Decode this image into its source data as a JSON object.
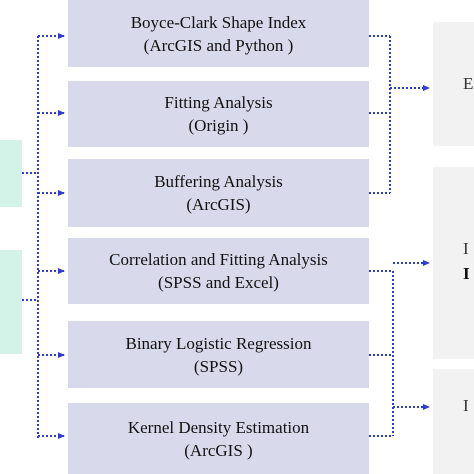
{
  "methods": [
    {
      "name": "Boyce-Clark Shape Index",
      "tool": "(ArcGIS and Python )"
    },
    {
      "name": "Fitting Analysis",
      "tool": "(Origin )"
    },
    {
      "name": "Buffering Analysis",
      "tool": "(ArcGIS)"
    },
    {
      "name": "Correlation and Fitting Analysis",
      "tool": "(SPSS and Excel)"
    },
    {
      "name": "Binary Logistic Regression",
      "tool": "(SPSS)"
    },
    {
      "name": "Kernel Density Estimation",
      "tool": "(ArcGIS )"
    }
  ],
  "outputs": [
    {
      "lines": [
        "E"
      ]
    },
    {
      "lines": [
        "I",
        "I"
      ]
    },
    {
      "lines": [
        "I"
      ]
    }
  ],
  "colors": {
    "method_fill": "#d9d9ec",
    "input_fill": "#d3f3e9",
    "output_fill": "#f2f2f2",
    "connector": "#2f3bd4"
  }
}
